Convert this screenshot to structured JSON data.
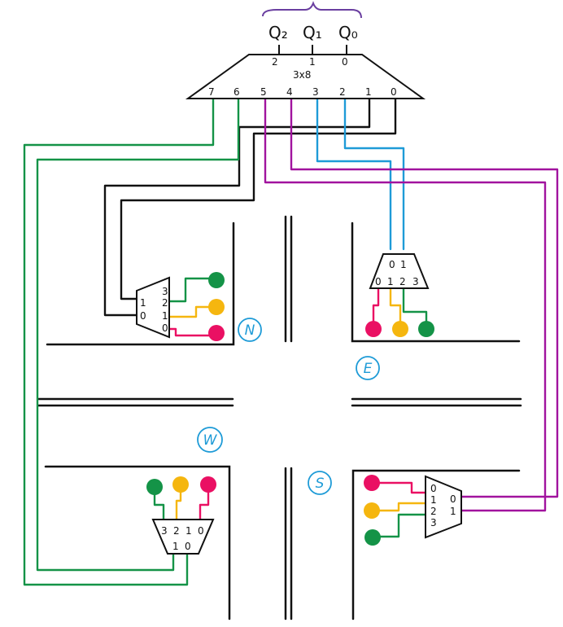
{
  "colors": {
    "black_wire": "#111111",
    "green": "#149347",
    "yellow": "#f5b60f",
    "red": "#ea1063",
    "blue": "#1e9bd7",
    "purple": "#a1139e",
    "brace": "#6a3fa0"
  },
  "decoder": {
    "inputs": [
      "Q₂",
      "Q₁",
      "Q₀"
    ],
    "input_pins": [
      "2",
      "1",
      "0"
    ],
    "title": "3x8",
    "outputs": [
      "7",
      "6",
      "5",
      "4",
      "3",
      "2",
      "1",
      "0"
    ]
  },
  "intersection": {
    "directions": {
      "north": "N",
      "east": "E",
      "west": "W",
      "south": "S"
    }
  },
  "mux_north": {
    "data_pins": [
      "3",
      "2",
      "1",
      "0"
    ],
    "select_pins": [
      "1",
      "0"
    ]
  },
  "mux_east": {
    "data_pins": [
      "0",
      "1",
      "2",
      "3"
    ],
    "select_pins": [
      "0",
      "1"
    ]
  },
  "mux_west": {
    "data_pins": [
      "3",
      "2",
      "1",
      "0"
    ],
    "select_pins": [
      "1",
      "0"
    ]
  },
  "mux_south": {
    "data_pins": [
      "0",
      "1",
      "2",
      "3"
    ],
    "select_pins": [
      "0",
      "1"
    ]
  },
  "lights": [
    "green",
    "yellow",
    "red"
  ]
}
